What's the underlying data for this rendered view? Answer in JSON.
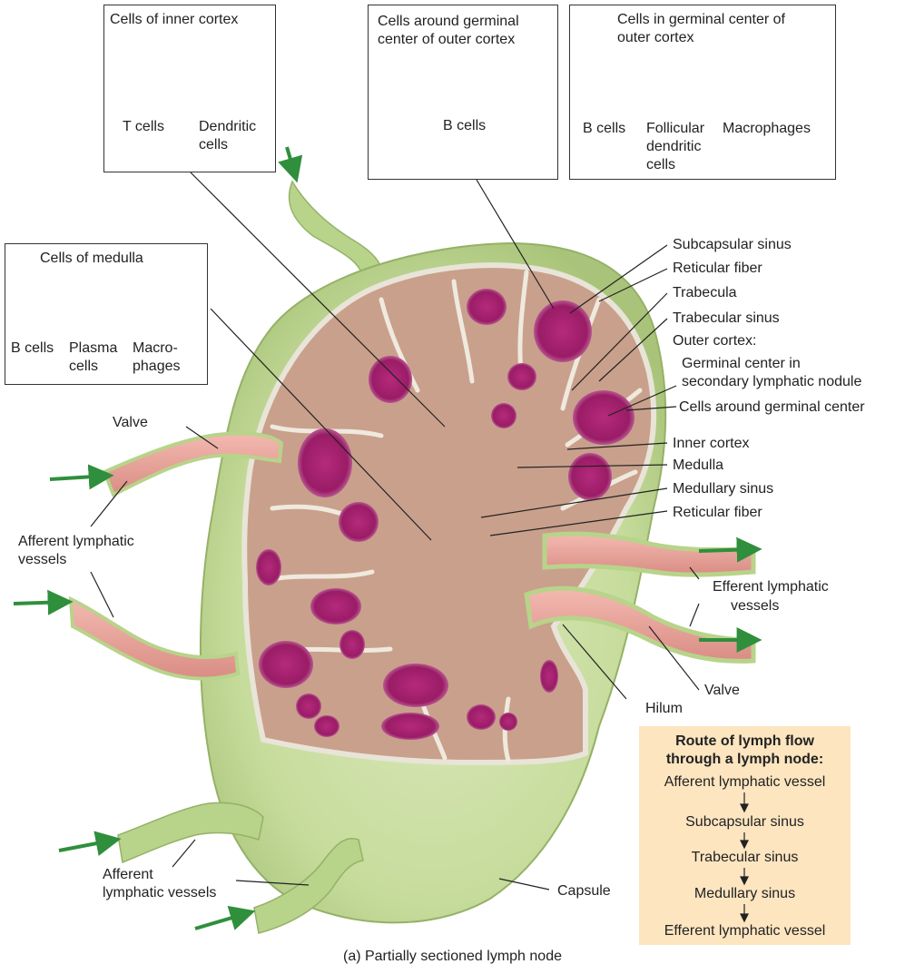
{
  "caption": "(a) Partially sectioned lymph node",
  "boxes": {
    "inner_cortex": {
      "title": "Cells of inner cortex",
      "cell1": "T cells",
      "cell2_l1": "Dendritic",
      "cell2_l2": "cells"
    },
    "around_germinal": {
      "title_l1": "Cells around germinal",
      "title_l2": "center of outer cortex",
      "cell1": "B cells"
    },
    "germinal_center": {
      "title_l1": "Cells in germinal center of",
      "title_l2": "outer cortex",
      "cell1": "B cells",
      "cell2_l1": "Follicular",
      "cell2_l2": "dendritic",
      "cell2_l3": "cells",
      "cell3": "Macrophages"
    },
    "medulla": {
      "title": "Cells of medulla",
      "cell1": "B cells",
      "cell2_l1": "Plasma",
      "cell2_l2": "cells",
      "cell3_l1": "Macro-",
      "cell3_l2": "phages"
    }
  },
  "labels": {
    "subcapsular_sinus": "Subcapsular sinus",
    "reticular_fiber_top": "Reticular fiber",
    "trabecula": "Trabecula",
    "trabecular_sinus": "Trabecular sinus",
    "outer_cortex": "Outer cortex:",
    "germinal_l1": "Germinal center in",
    "germinal_l2": "secondary lymphatic nodule",
    "cells_around": "Cells around germinal center",
    "inner_cortex": "Inner cortex",
    "medulla": "Medulla",
    "medullary_sinus": "Medullary sinus",
    "reticular_fiber_bottom": "Reticular fiber",
    "efferent_l1": "Efferent lymphatic",
    "efferent_l2": "vessels",
    "valve_right": "Valve",
    "hilum": "Hilum",
    "valve_left": "Valve",
    "afferent_left_l1": "Afferent lymphatic",
    "afferent_left_l2": "vessels",
    "afferent_bottom_l1": "Afferent",
    "afferent_bottom_l2": "lymphatic vessels",
    "capsule": "Capsule"
  },
  "route": {
    "title_l1": "Route of lymph flow",
    "title_l2": "through a lymph node:",
    "steps": [
      "Afferent lymphatic vessel",
      "Subcapsular sinus",
      "Trabecular sinus",
      "Medullary sinus",
      "Efferent lymphatic vessel"
    ]
  },
  "colors": {
    "capsule": "#c9dea0",
    "capsule_dark": "#a9c47a",
    "vessel": "#e9a39a",
    "nodule": "#a8206e",
    "tissue": "#c9a08c",
    "arrow": "#2f8f3c",
    "route_bg": "#fde5c0"
  }
}
